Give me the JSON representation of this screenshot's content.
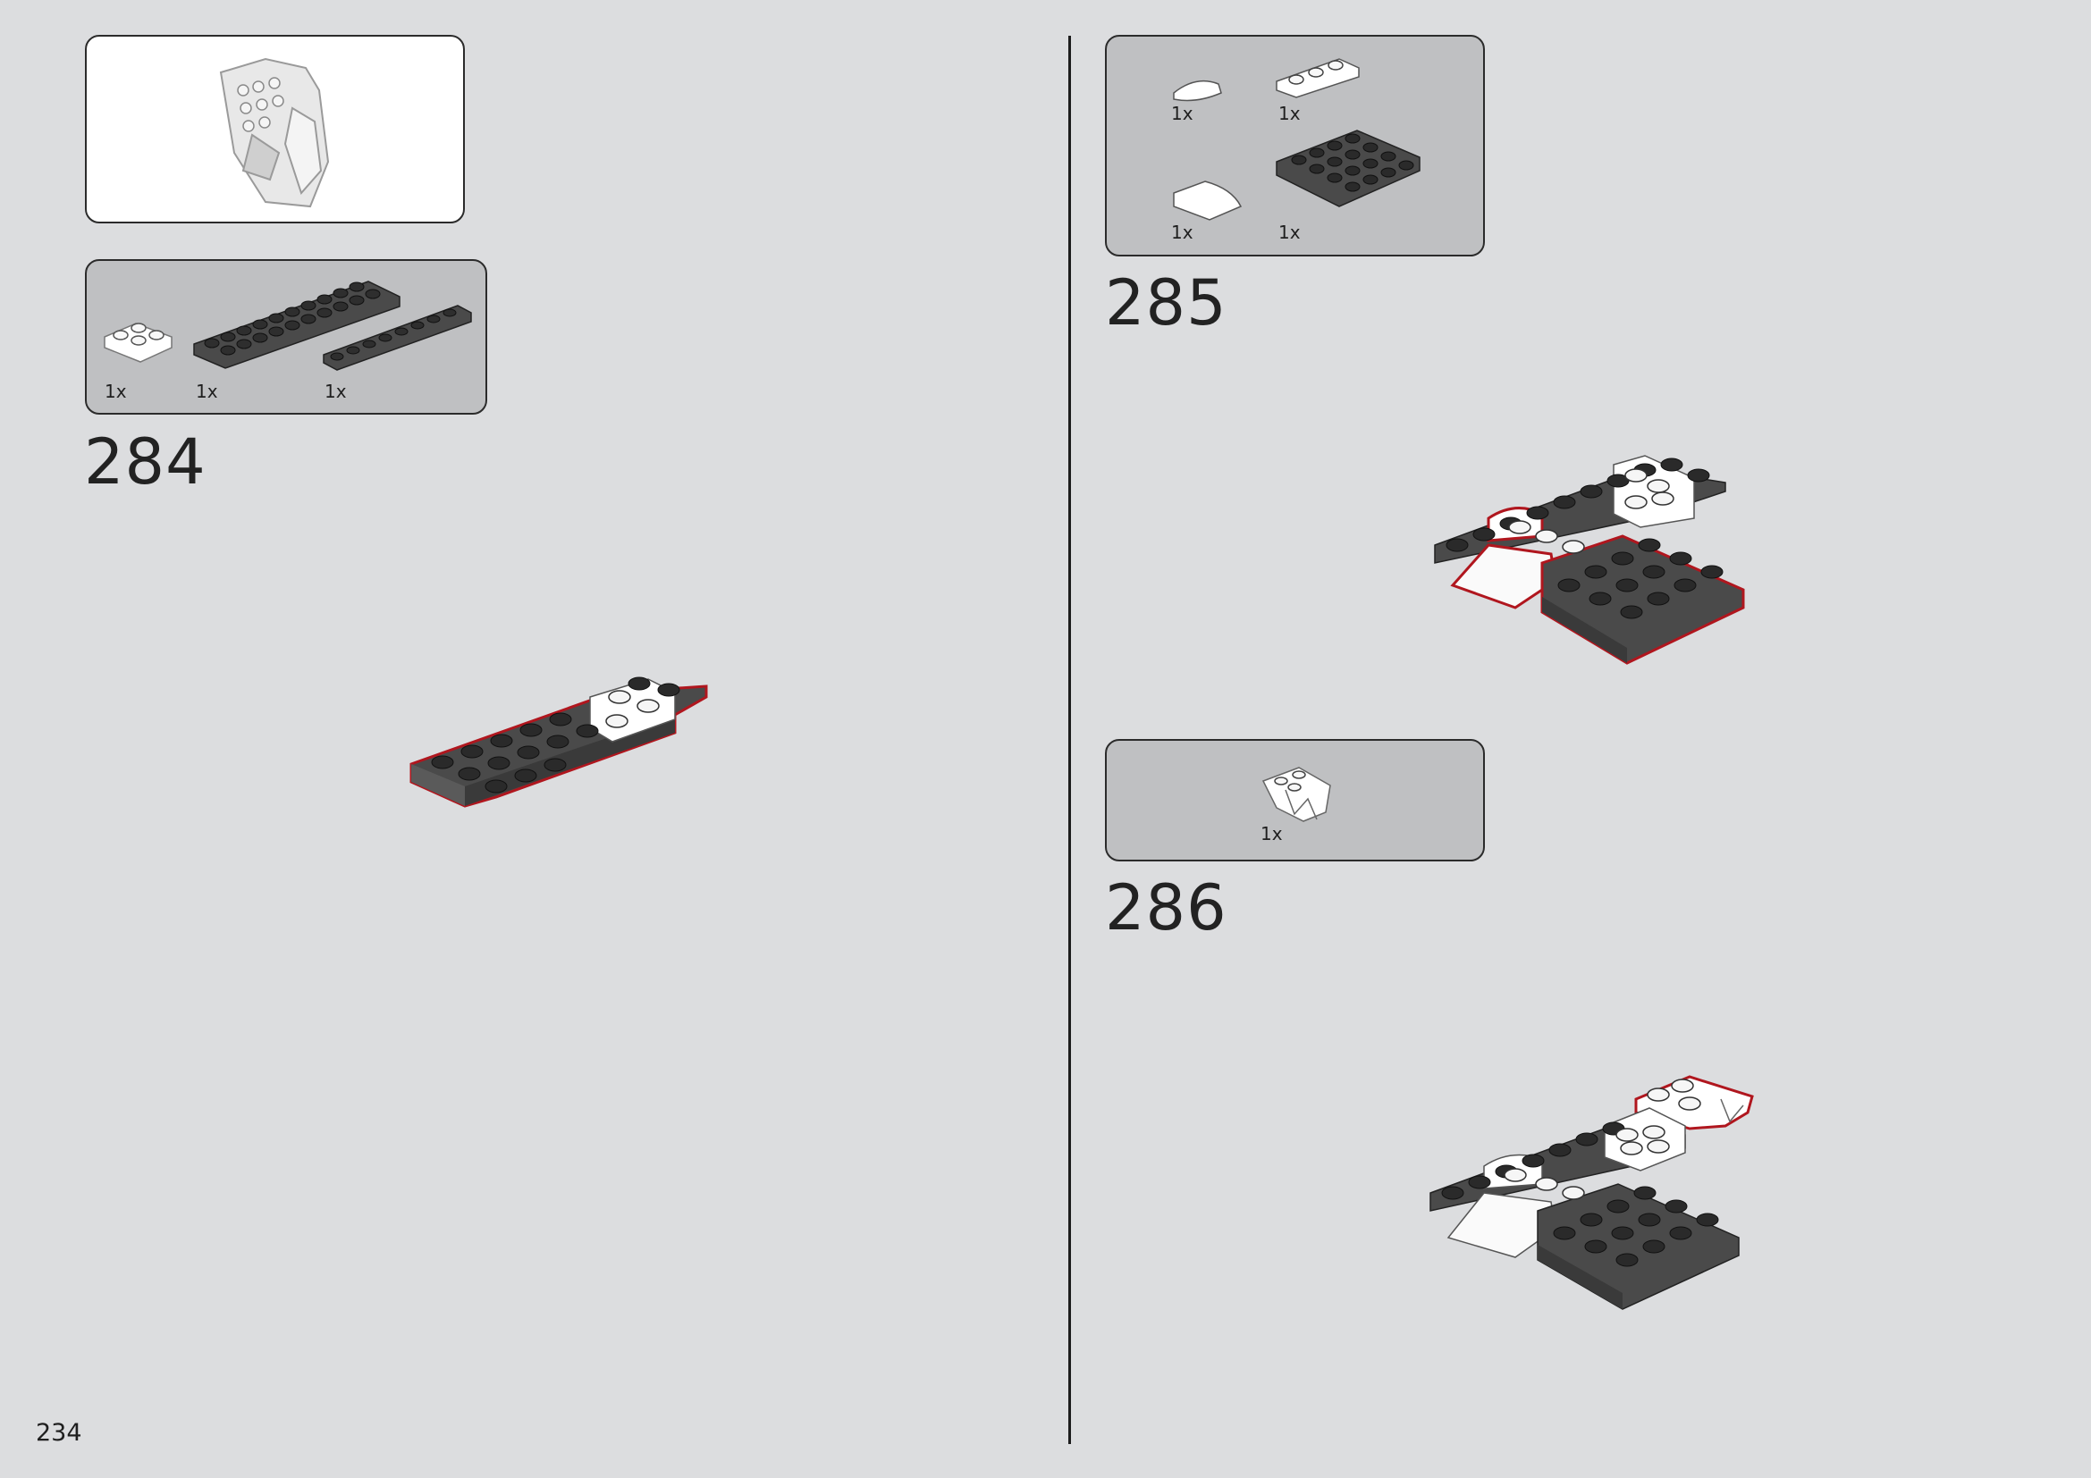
{
  "page": {
    "number": "234"
  },
  "preview": {
    "description_icon": "assembled-model-icon"
  },
  "steps": [
    {
      "number": "284",
      "parts": [
        {
          "qty": "1x",
          "icon": "white-plate-icon"
        },
        {
          "qty": "1x",
          "icon": "dark-plate-2x10-icon"
        },
        {
          "qty": "1x",
          "icon": "dark-plate-1x8-icon"
        }
      ]
    },
    {
      "number": "285",
      "parts": [
        {
          "qty": "1x",
          "icon": "white-round-tile-icon"
        },
        {
          "qty": "1x",
          "icon": "white-plate-1x3-icon"
        },
        {
          "qty": "1x",
          "icon": "white-curved-slope-icon"
        },
        {
          "qty": "1x",
          "icon": "dark-plate-4x4-icon"
        }
      ]
    },
    {
      "number": "286",
      "parts": [
        {
          "qty": "1x",
          "icon": "white-wedge-icon"
        }
      ]
    }
  ],
  "colors": {
    "background": "#dcdddf",
    "callout": "#bfc0c2",
    "highlight": "#b0161e",
    "dark_brick": "#3a3a3a",
    "white_brick": "#ffffff"
  }
}
